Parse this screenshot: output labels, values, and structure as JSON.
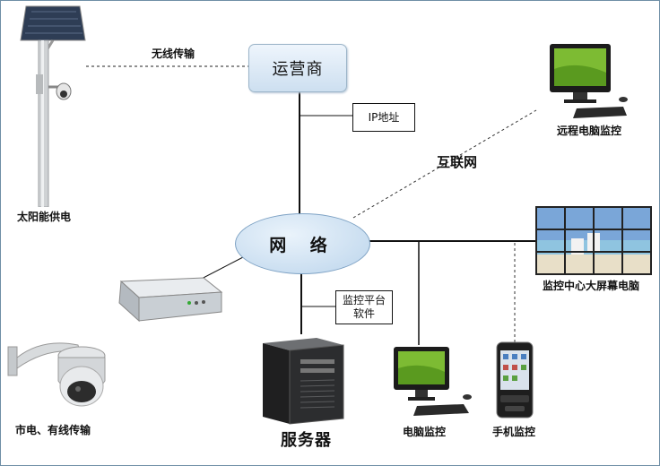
{
  "nodes": {
    "carrier": "运营商",
    "network": "网 络",
    "solar": "太阳能供电",
    "remote_pc": "远程电脑监控",
    "video_wall": "监控中心大屏幕电脑",
    "server": "服务器",
    "pc_monitor": "电脑监控",
    "phone_monitor": "手机监控",
    "mains_camera": "市电、有线传输"
  },
  "links": {
    "wireless": "无线传输",
    "ip": "IP地址",
    "internet": "互联网",
    "platform": "监控平台软件"
  }
}
